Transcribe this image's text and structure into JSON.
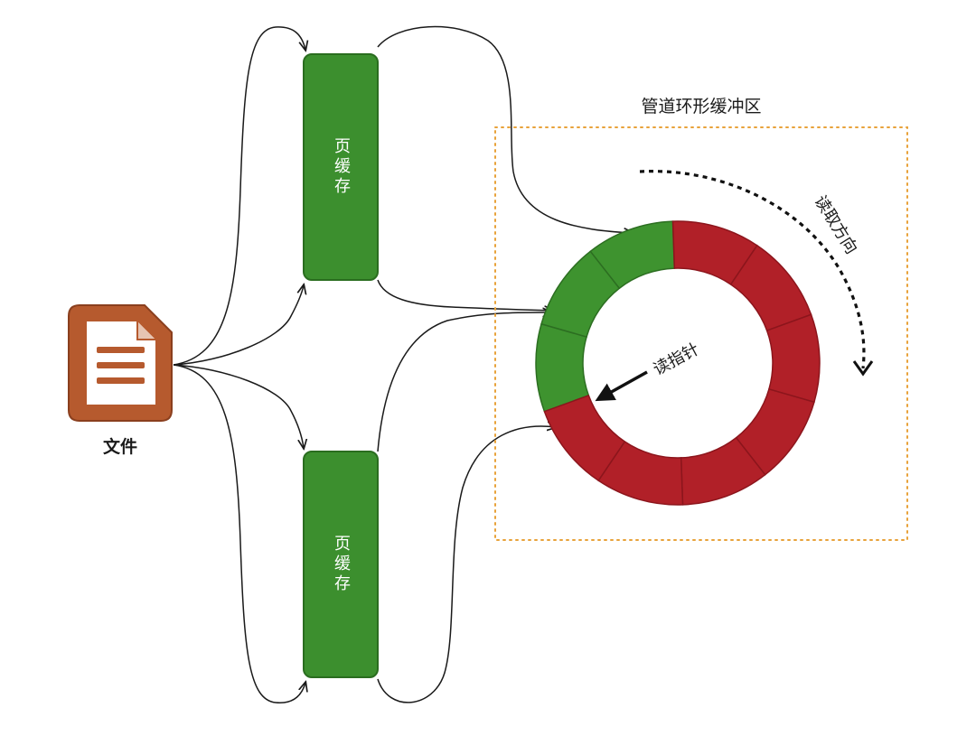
{
  "file": {
    "label": "文件",
    "icon": "document-icon"
  },
  "page_cache_top": {
    "label": "页缓存"
  },
  "page_cache_bottom": {
    "label": "页缓存"
  },
  "ring_buffer": {
    "title": "管道环形缓冲区",
    "segments_total": 10,
    "segments_read": 3
  },
  "read_pointer": {
    "label": "读指针"
  },
  "read_direction": {
    "label": "读取方向"
  },
  "colors": {
    "cache_green": "#3c8f2e",
    "segment_green": "#3e932f",
    "segment_red": "#b12028",
    "file_orange": "#b65a2e",
    "dashed_orange": "#e8a23a",
    "line": "#1a1a1a"
  }
}
